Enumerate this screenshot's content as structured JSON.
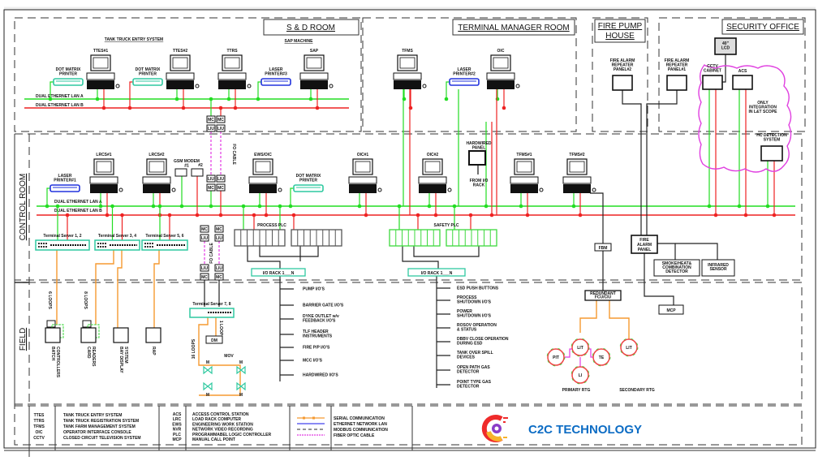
{
  "rooms": {
    "sd": "S & D ROOM",
    "terminal_manager": "TERMINAL MANAGER ROOM",
    "fire_pump_1": "FIRE PUMP",
    "fire_pump_2": "HOUSE",
    "security": "SECURITY OFFICE"
  },
  "zones": {
    "control_room": "CONTROL ROOM",
    "field": "FIELD"
  },
  "section_titles": {
    "tank_truck_entry": "TANK TRUCK ENTRY SYSTEM",
    "sap_machine": "SAP MACHINE",
    "process_plc": "PROCESS PLC",
    "safety_plc": "SAFETY PLC"
  },
  "lan": {
    "a": "DUAL ETHERNET LAN A",
    "b": "DUAL ETHERNET LAN B",
    "color_a": "#22dd22",
    "color_b": "#ee2222"
  },
  "workstations": [
    {
      "id": "ttes1",
      "label": "TTES#1"
    },
    {
      "id": "ttes2",
      "label": "TTES#2"
    },
    {
      "id": "ttrs",
      "label": "TTRS"
    },
    {
      "id": "sap",
      "label": "SAP"
    },
    {
      "id": "tfms",
      "label": "TFMS"
    },
    {
      "id": "oic",
      "label": "OIC"
    },
    {
      "id": "lrcs1",
      "label": "LRCS#1"
    },
    {
      "id": "lrcs2",
      "label": "LRCS#2"
    },
    {
      "id": "ews",
      "label": "EWS/OIC"
    },
    {
      "id": "oic1",
      "label": "OIC#1"
    },
    {
      "id": "oic2",
      "label": "OIC#2"
    },
    {
      "id": "tfms1",
      "label": "TFMS#1"
    },
    {
      "id": "tfms2",
      "label": "TFMS#2"
    }
  ],
  "printers": [
    {
      "id": "dmp1",
      "label1": "DOT MATRIX",
      "label2": "PRINTER",
      "color": "#2fc9a0"
    },
    {
      "id": "dmp2",
      "label1": "DOT MATRIX",
      "label2": "PRINTER",
      "color": "#2fc9a0"
    },
    {
      "id": "lp3",
      "label1": "LASER",
      "label2": "PRINTER#3",
      "color": "#2233dd"
    },
    {
      "id": "lp2",
      "label1": "LASER",
      "label2": "PRINTER#2",
      "color": "#2233dd"
    },
    {
      "id": "lp1",
      "label1": "LASER",
      "label2": "PRINTER#1",
      "color": "#2233dd"
    },
    {
      "id": "dmp3",
      "label1": "DOT MATRIX",
      "label2": "PRINTER",
      "color": "#2fc9a0"
    }
  ],
  "panels": {
    "fire_repeater_2": [
      "FIRE ALARM",
      "REPEATER",
      "PANEL#2"
    ],
    "fire_repeater_1": [
      "FIRE ALARM",
      "REPEATER",
      "PANEL#1"
    ],
    "cctv": [
      "CCTV",
      "CABINET"
    ],
    "acs": [
      "ACS"
    ],
    "lcd": [
      "40\"",
      "LCD"
    ],
    "integration_note": [
      "ONLY",
      "INTEGRATION",
      "IN L&T SCOPE"
    ],
    "hc_detection": [
      "HC DETECTION",
      "SYSTEM"
    ],
    "hardwired_panel": [
      "HARDWIRED",
      "PANEL"
    ],
    "from_io_rack": [
      "FROM I/O",
      "RACK"
    ],
    "gsm1": [
      "GSM MODEM",
      "#1"
    ],
    "gsm2": "#2",
    "fbm": "FBM",
    "fire_alarm_panel": [
      "FIRE",
      "ALARM",
      "PANEL"
    ],
    "smoke": [
      "SMOKE/HEAT&",
      "COMBINATION",
      "DETECTOR"
    ],
    "infrared": [
      "INFRARED",
      "SENSOR"
    ],
    "redundant": [
      "REDUNDANT",
      "FCU/CIU"
    ],
    "mcp": "MCP",
    "dm": "DM",
    "mov": "MOV",
    "valve_m": "M",
    "fo_cable": "FO CABLE",
    "mc": "MC",
    "liu": "LIU"
  },
  "terminal_servers": [
    "Terminal Server 1, 2",
    "Terminal Server 3, 4",
    "Terminal Server 5, 6",
    "Terminal Server 7, 8"
  ],
  "io_racks": [
    "I/O RACK 1___N",
    "I/O RACK 1___N"
  ],
  "field_devices": [
    {
      "label1": "BATCH",
      "label2": "CONTROLLERS",
      "loops": "6 LOOPS"
    },
    {
      "label1": "CARD",
      "label2": "READERS",
      "loops": "8 LOOPS"
    },
    {
      "label1": "BAY DISPLAY",
      "label2": "SYSTEM",
      "loops": ""
    },
    {
      "label1": "RAP",
      "label2": "",
      "loops": ""
    }
  ],
  "ts78_loops": {
    "left": "16 LOOPS",
    "right": "1 LOOP"
  },
  "process_io": [
    [
      "PUMP I/O'S"
    ],
    [
      "BARRIER GATE I/O'S"
    ],
    [
      "DYKE OUTLET w/v",
      "FEEDBACK I/O'S"
    ],
    [
      "TLF HEADER",
      "INSTRUMENTS"
    ],
    [
      "FIRE P/P I/O'S"
    ],
    [
      "MCC I/O'S"
    ],
    [
      "HARDWIRED I/O'S"
    ]
  ],
  "safety_io": [
    [
      "ESD PUSH BUTTONS"
    ],
    [
      "PROCESS",
      "SHUTDOWN I/O'S"
    ],
    [
      "POWER",
      "SHUTDOWN I/O'S"
    ],
    [
      "ROSOV OPERATION",
      "& STATUS"
    ],
    [
      "DBBV CLOSE OPERATION",
      "DURING ESD"
    ],
    [
      "TANK OVER SPILL",
      "DEVICES"
    ],
    [
      "OPEN PATH GAS",
      "DETECTOR"
    ],
    [
      "POINT TYPE GAS",
      "DETECTOR"
    ]
  ],
  "rtg": {
    "primary": [
      "LIT",
      "PIT",
      "TE",
      "LI"
    ],
    "secondary": [
      "LIT"
    ],
    "primary_label": "PRIMARY RTG",
    "secondary_label": "SECONDARY RTG"
  },
  "abbreviations_1": [
    [
      "TTES",
      "TANK TRUCK ENTRY SYSTEM"
    ],
    [
      "TTRS",
      "TANK TRUCK REGISTRATION SYSTEM"
    ],
    [
      "TFMS",
      "TANK FARM MANAGEMENT SYSTEM"
    ],
    [
      "OIC",
      "OPERATOR INTERFACE CONSOLE"
    ],
    [
      "CCTV",
      "CLOSED CIRCUIT TELEVISION SYSTEM"
    ]
  ],
  "abbreviations_2": [
    [
      "ACS",
      "ACCESS CONTROL STATION"
    ],
    [
      "LRC",
      "LOAD RACK COMPUTER"
    ],
    [
      "EWS",
      "ENGINEERING WORK STATION"
    ],
    [
      "NVR",
      "NETWORK VIDEO RECORDING"
    ],
    [
      "PLC",
      "PROGRAMMABEL LOGIC CONTROLLER"
    ],
    [
      "MCP",
      "MANUAL CALL POINT"
    ]
  ],
  "legend": [
    {
      "style": "serial",
      "label": "SERIAL COMMUNICATION",
      "color": "#f59a30"
    },
    {
      "style": "ethernet",
      "label": "ETHERNET NETWORK LAN",
      "color": "#4444ee"
    },
    {
      "style": "modbus",
      "label": "MODBUS COMMUNICATION",
      "color": "#555555"
    },
    {
      "style": "fiber",
      "label": "FIBER OPTIC CABLE",
      "color": "#e23ae2"
    }
  ],
  "brand": {
    "name": "C2C TECHNOLOGY"
  },
  "colors": {
    "serial": "#f59a30",
    "fiber": "#e23ae2",
    "teal": "#2fc9a0",
    "cloud": "#e040e0",
    "rtg_ring": "#ee4444"
  }
}
